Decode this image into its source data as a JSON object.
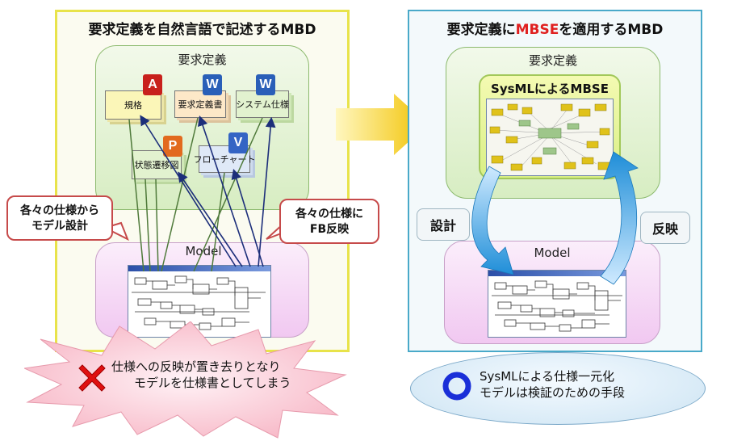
{
  "left": {
    "title": "要求定義を自然言語で記述するMBD",
    "requirements_label": "要求定義",
    "documents": [
      {
        "name": "規格",
        "icon": "pdf-icon"
      },
      {
        "name": "要求定義書",
        "icon": "word-icon"
      },
      {
        "name": "システム仕様",
        "icon": "word-icon"
      },
      {
        "name": "状態遷移図",
        "icon": "powerpoint-icon"
      },
      {
        "name": "フローチャート",
        "icon": "visio-icon"
      }
    ],
    "model_label": "Model",
    "callout_design": {
      "line1": "各々の仕様から",
      "line2": "モデル設計"
    },
    "callout_feedback": {
      "line1": "各々の仕様に",
      "line2": "FB反映"
    },
    "problem": {
      "line1": "仕様への反映が置き去りとなり",
      "line2": "モデルを仕様書としてしまう"
    }
  },
  "right": {
    "title_pre": "要求定義に",
    "title_highlight": "MBSE",
    "title_post": "を適用するMBD",
    "requirements_label": "要求定義",
    "sysml_label": "SysMLによるMBSE",
    "model_label": "Model",
    "tag_design": "設計",
    "tag_reflect": "反映",
    "benefit": {
      "line1": "SysMLによる仕様一元化",
      "line2": "モデルは検証のための手段"
    }
  },
  "colors": {
    "left_border": "#e8e34a",
    "right_border": "#49a9c9",
    "highlight_red": "#e02020",
    "arrow_gold": "#f2c200",
    "arrow_blue": "#1f8ed8",
    "cross_red": "#e01010",
    "circle_blue": "#1a2fd8"
  }
}
